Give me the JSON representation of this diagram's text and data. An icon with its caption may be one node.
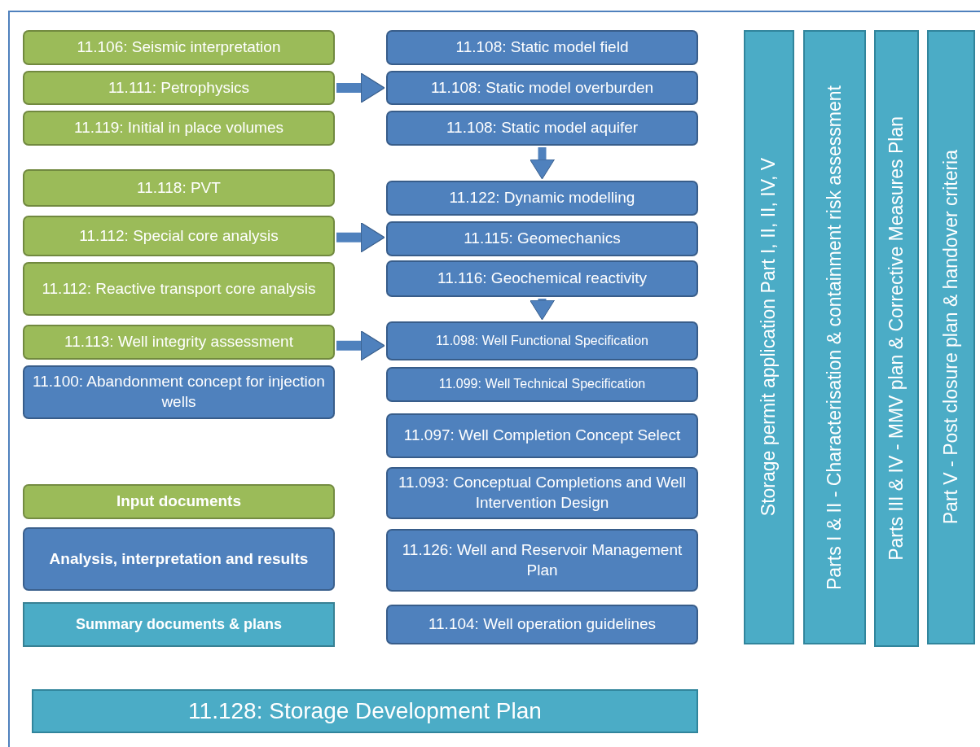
{
  "diagram": {
    "nodes": [
      {
        "text": [
          "11.106: Seismic interpretation"
        ]
      },
      {
        "text": [
          "11.111: Petrophysics"
        ]
      },
      {
        "text": [
          "11.119: Initial in place volumes"
        ]
      },
      {
        "text": [
          "11.118: PVT"
        ]
      },
      {
        "text": [
          "11.112: Special core analysis"
        ]
      },
      {
        "text": [
          "11.112: Reactive transport core analysis"
        ]
      },
      {
        "text": [
          "11.113: Well integrity assessment"
        ]
      },
      {
        "text": [
          "11.100: Abandonment concept for injection wells"
        ]
      },
      {
        "text": [
          "11.108: Static model field"
        ]
      },
      {
        "text": [
          "11.108: Static model overburden"
        ]
      },
      {
        "text": [
          "11.108: Static model aquifer"
        ]
      },
      {
        "text": [
          "11.122: Dynamic modelling"
        ]
      },
      {
        "text": [
          "11.115: Geomechanics"
        ]
      },
      {
        "text": [
          "11.116: Geochemical reactivity"
        ]
      },
      {
        "text": [
          "11.098: Well Functional Specification"
        ]
      },
      {
        "text": [
          "11.099: Well Technical Specification"
        ]
      },
      {
        "text": [
          "11.097: Well Completion Concept Select"
        ]
      },
      {
        "text": [
          "11.093: Conceptual Completions and Well Intervention Design"
        ]
      },
      {
        "text": [
          "11.126: Well and Reservoir Management Plan"
        ]
      },
      {
        "text": [
          "11.104: Well operation guidelines"
        ]
      },
      {
        "text": [
          "Storage permit application Part I, II, II, IV, V"
        ]
      },
      {
        "text": [
          "Parts I & II - Characterisation & containment risk assessment"
        ]
      },
      {
        "text": [
          "Parts III & IV - MMV plan & Corrective Measures Plan"
        ]
      },
      {
        "text": [
          "Part V - Post closure plan & handover criteria"
        ]
      },
      {
        "text": [
          "11.128: Storage Development Plan"
        ]
      }
    ],
    "edges": [
      {
        "from": 1,
        "to": 9,
        "arrow": "to"
      },
      {
        "from": 10,
        "to": 11,
        "arrow": "to"
      },
      {
        "from": 4,
        "to": 12,
        "arrow": "to"
      },
      {
        "from": 13,
        "to": 14,
        "arrow": "to"
      },
      {
        "from": 6,
        "to": 14,
        "arrow": "to"
      }
    ],
    "legend": [
      {
        "text": "Input documents",
        "color": "#9bbb59"
      },
      {
        "text": "Analysis, interpretation and results",
        "color": "#4f81bd"
      },
      {
        "text": "Summary documents & plans",
        "color": "#4bacc6"
      }
    ]
  }
}
